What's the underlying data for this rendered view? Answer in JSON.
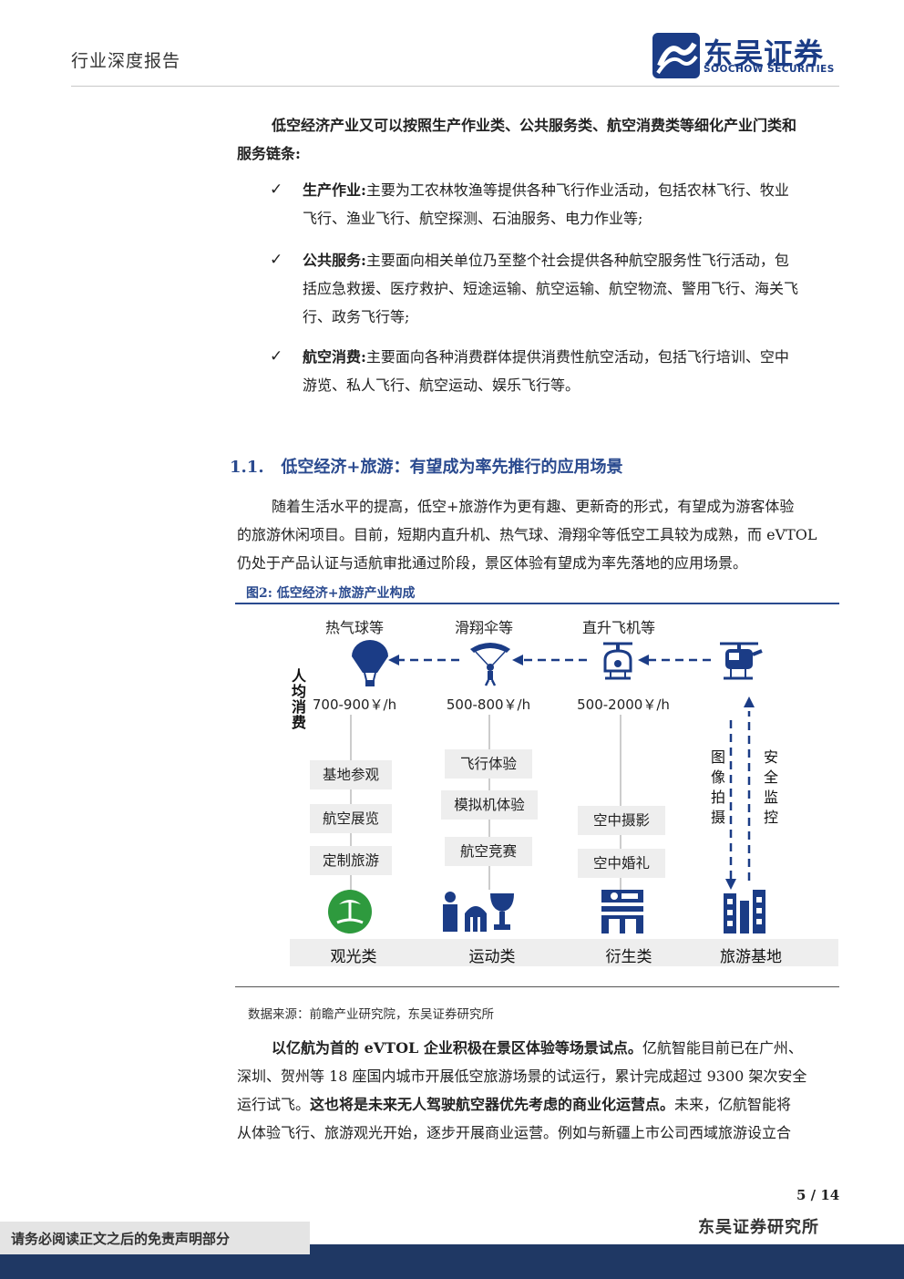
{
  "header": {
    "report_type": "行业深度报告",
    "logo_cn": "东吴证券",
    "logo_en": "SOOCHOW SECURITIES"
  },
  "intro": {
    "line1": "低空经济产业又可以按照生产作业类、公共服务类、航空消费类等细化产业门类和",
    "line2": "服务链条:"
  },
  "bullets": [
    {
      "title": "生产作业:",
      "line1": "主要为工农林牧渔等提供各种飞行作业活动，包括农林飞行、牧业",
      "line2": "飞行、渔业飞行、航空探测、石油服务、电力作业等;",
      "line3": ""
    },
    {
      "title": "公共服务:",
      "line1": "主要面向相关单位乃至整个社会提供各种航空服务性飞行活动，包",
      "line2": "括应急救援、医疗救护、短途运输、航空运输、航空物流、警用飞行、海关飞",
      "line3": "行、政务飞行等;"
    },
    {
      "title": "航空消费:",
      "line1": "主要面向各种消费群体提供消费性航空活动，包括飞行培训、空中",
      "line2": "游览、私人飞行、航空运动、娱乐飞行等。",
      "line3": ""
    }
  ],
  "section": {
    "number": "1.1.",
    "title": "低空经济+旅游：有望成为率先推行的应用场景"
  },
  "section_para": {
    "line1": "随着生活水平的提高，低空+旅游作为更有趣、更新奇的形式，有望成为游客体验",
    "line2": "的旅游休闲项目。目前，短期内直升机、热气球、滑翔伞等低空工具较为成熟，而 eVTOL",
    "line3": "仍处于产品认证与适航审批通过阶段，景区体验有望成为率先落地的应用场景。"
  },
  "figure": {
    "title": "图2:  低空经济+旅游产业构成",
    "vaxis": [
      "人",
      "均",
      "消",
      "费"
    ],
    "columns": [
      {
        "tool": "热气球等",
        "price": "700-900￥/h",
        "items": [
          "基地参观",
          "航空展览",
          "定制旅游"
        ],
        "category": "观光类"
      },
      {
        "tool": "滑翔伞等",
        "price": "500-800￥/h",
        "items": [
          "飞行体验",
          "模拟机体验",
          "航空竞赛"
        ],
        "category": "运动类"
      },
      {
        "tool": "直升飞机等",
        "price": "500-2000￥/h",
        "items": [
          "空中摄影",
          "空中婚礼"
        ],
        "category": "衍生类"
      }
    ],
    "base_label": "旅游基地",
    "left_arrow_text": [
      "图",
      "像",
      "拍",
      "摄"
    ],
    "right_arrow_text": [
      "安",
      "全",
      "监",
      "控"
    ],
    "source": "数据来源：前瞻产业研究院，东吴证券研究所",
    "accent_color": "#1b3c86"
  },
  "closing": {
    "l1_bold": "以亿航为首的 eVTOL 企业积极在景区体验等场景试点。",
    "l1_rest": "亿航智能目前已在广州、",
    "line2": "深圳、贺州等 18 座国内城市开展低空旅游场景的试运行，累计完成超过 9300 架次安全",
    "l3_a": "运行试飞。",
    "l3_bold": "这也将是未来无人驾驶航空器优先考虑的商业化运营点。",
    "l3_c": "未来，亿航智能将",
    "line4": "从体验飞行、旅游观光开始，逐步开展商业运营。例如与新疆上市公司西域旅游设立合"
  },
  "footer": {
    "page": "5 / 14",
    "institute": "东吴证券研究所",
    "disclaimer": "请务必阅读正文之后的免责声明部分"
  }
}
